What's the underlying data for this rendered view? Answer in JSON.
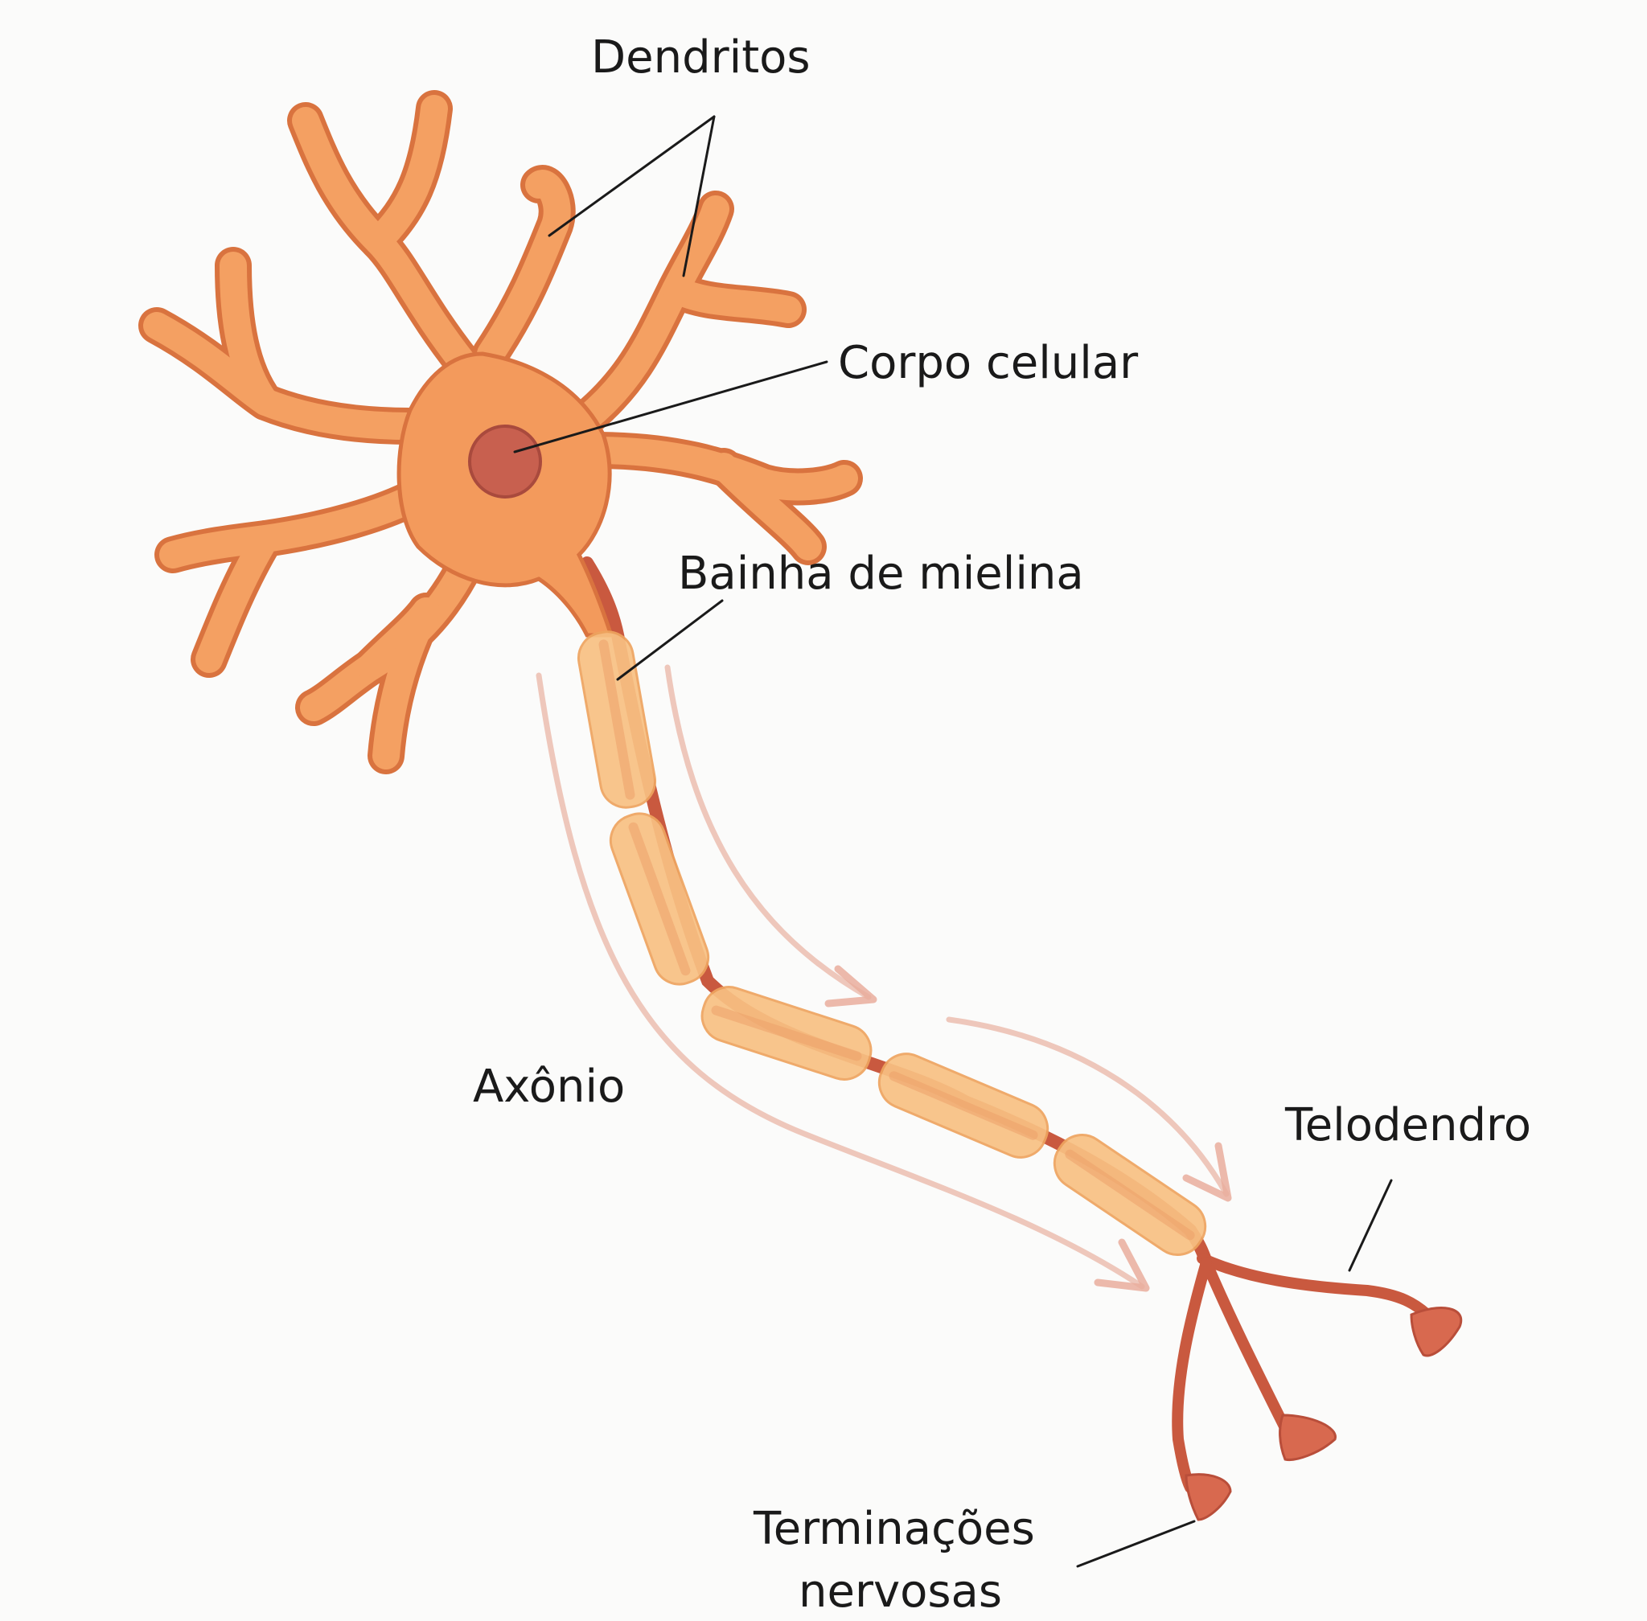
{
  "labels": {
    "dendrites": "Dendritos",
    "cell_body": "Corpo celular",
    "myelin_sheath": "Bainha de mielina",
    "axon": "Axônio",
    "telodendron": "Telodendro",
    "nerve_endings_line1": "Terminações",
    "nerve_endings_line2": "nervosas"
  },
  "colors": {
    "cell_body": "#f39a5c",
    "cell_outline": "#d9733f",
    "nucleus": "#c8604f",
    "myelin": "#f8c183",
    "axon_terminal": "#d8694f",
    "signal_arrow": "#eab5a6",
    "label_text": "#1a1a1a"
  }
}
